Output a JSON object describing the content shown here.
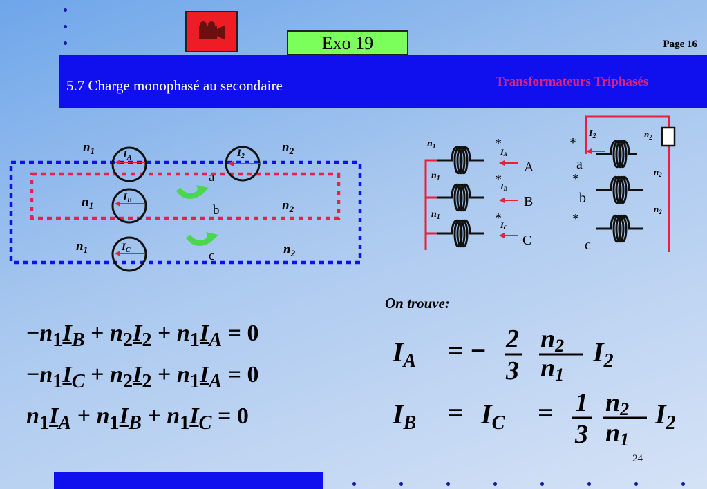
{
  "header": {
    "exo_label": "Exo 19",
    "page_label": "Page 16",
    "section_title": "5.7  Charge monophasé au secondaire",
    "topic": "Transformateurs Triphasés",
    "video_icon": "video-camera-icon"
  },
  "colors": {
    "title_bar": "#1010ee",
    "video_button": "#ee1c24",
    "exo_box": "#7bff5a",
    "topic_text": "#e0207a",
    "dashed_blue": "#1010ee",
    "dashed_red": "#e8204a",
    "arrow_red": "#e8203a",
    "swirl_green": "#4cd64c"
  },
  "diagram_left": {
    "n1": "n",
    "n1_sub": "1",
    "n2": "n",
    "n2_sub": "2",
    "IA": "I",
    "IA_sub": "A",
    "IB": "I",
    "IB_sub": "B",
    "IC": "I",
    "IC_sub": "C",
    "I2": "I",
    "I2_sub": "2",
    "a": "a",
    "b": "b",
    "c": "c"
  },
  "diagram_right": {
    "star": "*",
    "A": "A",
    "B": "B",
    "C": "C",
    "a": "a",
    "b": "b",
    "c": "c"
  },
  "equations": {
    "eq1": [
      "−",
      "n",
      "1",
      "I",
      "B",
      " + ",
      "n",
      "2",
      "I",
      "2",
      " + ",
      "n",
      "1",
      "I",
      "A",
      " = 0"
    ],
    "eq2": [
      "−",
      "n",
      "1",
      "I",
      "C",
      " + ",
      "n",
      "2",
      "I",
      "2",
      " + ",
      "n",
      "1",
      "I",
      "A",
      " = 0"
    ],
    "eq3": [
      "n",
      "1",
      "I",
      "A",
      " + ",
      "n",
      "1",
      "I",
      "B",
      " + ",
      "n",
      "1",
      "I",
      "C",
      " = 0"
    ]
  },
  "results": {
    "on_trouve": "On trouve:",
    "r1_lhs": "I",
    "r1_lhs_sub": "A",
    "r1_eq": "= −",
    "r1_num": "2",
    "r1_den": "3",
    "r1_ratio_num": "n",
    "r1_ratio_num_sub": "2",
    "r1_ratio_den": "n",
    "r1_ratio_den_sub": "1",
    "r1_rhs": "I",
    "r1_rhs_sub": "2",
    "r2_lhs1": "I",
    "r2_lhs1_sub": "B",
    "r2_eq1": "=",
    "r2_lhs2": "I",
    "r2_lhs2_sub": "C",
    "r2_eq2": "=",
    "r2_num": "1",
    "r2_den": "3",
    "r2_ratio_num": "n",
    "r2_ratio_num_sub": "2",
    "r2_ratio_den": "n",
    "r2_ratio_den_sub": "1",
    "r2_rhs": "I",
    "r2_rhs_sub": "2"
  },
  "footer": {
    "slide_number": "24"
  }
}
